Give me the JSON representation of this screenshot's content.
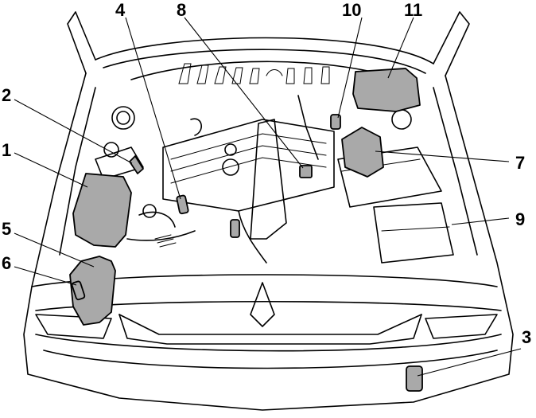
{
  "colors": {
    "background": "#ffffff",
    "lines": "#000000",
    "highlighted_component": "#a9a9a9"
  },
  "callouts": [
    {
      "id": "1",
      "label": "1"
    },
    {
      "id": "2",
      "label": "2"
    },
    {
      "id": "3",
      "label": "3"
    },
    {
      "id": "4",
      "label": "4"
    },
    {
      "id": "5",
      "label": "5"
    },
    {
      "id": "6",
      "label": "6"
    },
    {
      "id": "7",
      "label": "7"
    },
    {
      "id": "8",
      "label": "8"
    },
    {
      "id": "9",
      "label": "9"
    },
    {
      "id": "10",
      "label": "10"
    },
    {
      "id": "11",
      "label": "11"
    }
  ]
}
